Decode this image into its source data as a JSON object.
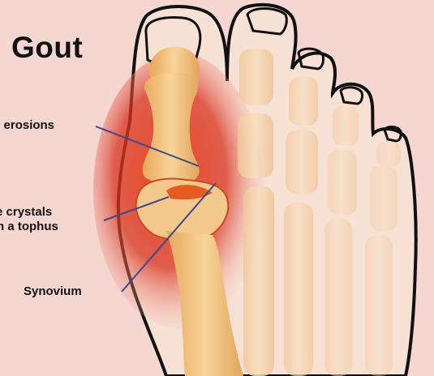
{
  "title": "Gout",
  "callouts": {
    "erosions": "e erosions",
    "crystals_line1": "e crystals",
    "crystals_line2": "n a tophus",
    "synovium": "Synovium"
  },
  "colors": {
    "background": "#f5d6d0",
    "bone": "#f2c98a",
    "inflammation": "#d8321e",
    "outline": "#111111",
    "pointer_line": "#3a4a8a"
  }
}
